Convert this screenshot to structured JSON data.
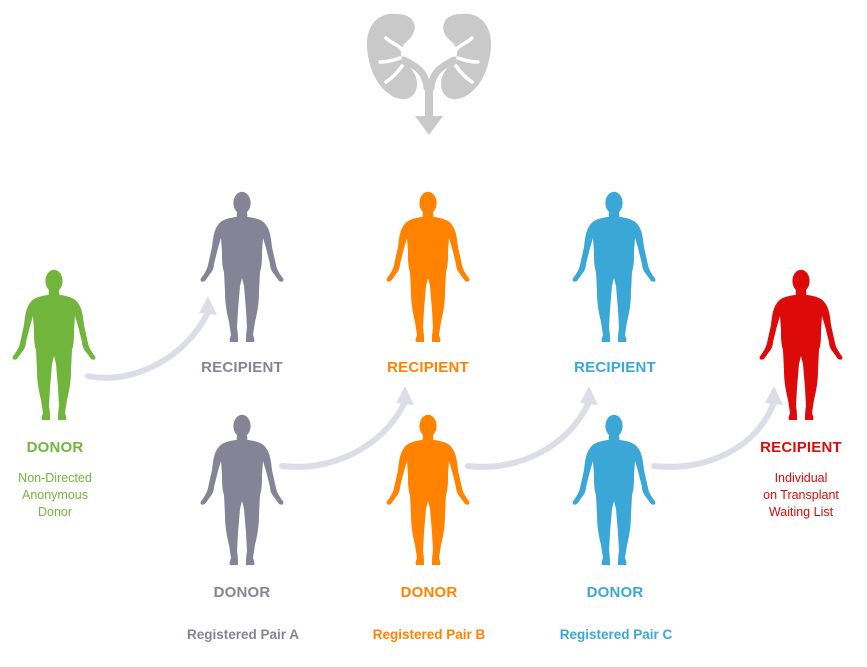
{
  "colors": {
    "green": "#72b53c",
    "gray": "#858497",
    "orange": "#ff8200",
    "blue": "#3aa7d6",
    "red": "#dd0a0a",
    "kidney": "#c9c9c9",
    "arrow": "#dddde8"
  },
  "icons": {
    "kidney": "kidneys-icon",
    "person": "human-figure-icon"
  },
  "nodes": {
    "ndd": {
      "role": "DONOR",
      "line1": "Non-Directed",
      "line2": "Anonymous",
      "line3": "Donor"
    },
    "pair_a": {
      "recipient": "RECIPIENT",
      "donor": "DONOR",
      "label": "Registered Pair A"
    },
    "pair_b": {
      "recipient": "RECIPIENT",
      "donor": "DONOR",
      "label": "Registered Pair B"
    },
    "pair_c": {
      "recipient": "RECIPIENT",
      "donor": "DONOR",
      "label": "Registered Pair C"
    },
    "waitlist": {
      "role": "RECIPIENT",
      "line1": "Individual",
      "line2": "on Transplant",
      "line3": "Waiting List"
    }
  }
}
